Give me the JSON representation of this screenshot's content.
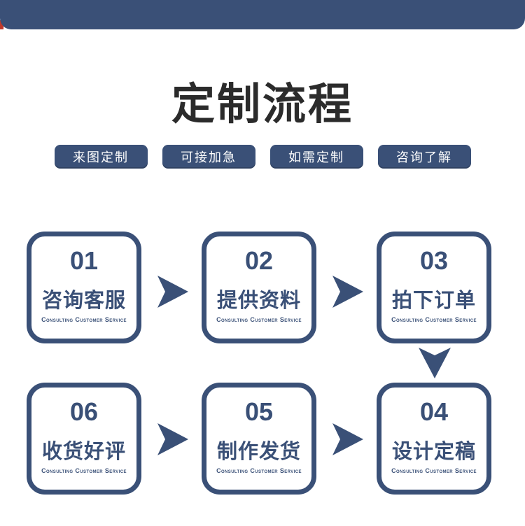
{
  "page_title": "定制流程",
  "tags": [
    "来图定制",
    "可接加急",
    "如需定制",
    "咨询了解"
  ],
  "flow": {
    "rows": [
      [
        {
          "number": "01",
          "title": "咨询客服",
          "subtitle": "Consulting Customer Service"
        },
        {
          "number": "02",
          "title": "提供资料",
          "subtitle": "Consulting Customer Service"
        },
        {
          "number": "03",
          "title": "拍下订单",
          "subtitle": "Consulting Customer Service"
        }
      ],
      [
        {
          "number": "06",
          "title": "收货好评",
          "subtitle": "Consulting Customer Service"
        },
        {
          "number": "05",
          "title": "制作发货",
          "subtitle": "Consulting Customer Service"
        },
        {
          "number": "04",
          "title": "设计定稿",
          "subtitle": "Consulting Customer Service"
        }
      ]
    ]
  },
  "colors": {
    "primary_blue": "#3a5077",
    "accent_red": "#c0392b",
    "title_text": "#2b2b2b",
    "background": "#ffffff"
  }
}
